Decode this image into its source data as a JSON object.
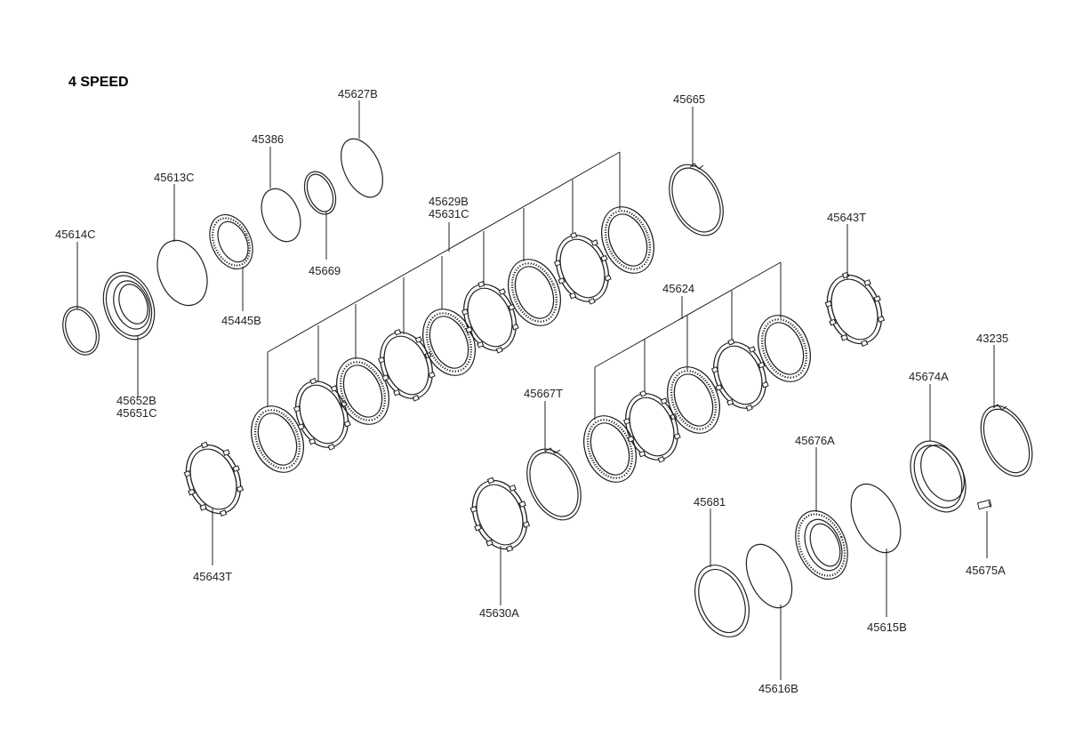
{
  "title": "4 SPEED",
  "labels": {
    "p45614C": "45614C",
    "p45613C": "45613C",
    "p45386": "45386",
    "p45627B": "45627B",
    "p45665": "45665",
    "p45669": "45669",
    "p45445B": "45445B",
    "p45652B": "45652B",
    "p45651C": "45651C",
    "p45629B": "45629B",
    "p45631C": "45631C",
    "p45643T_right": "45643T",
    "p45624": "45624",
    "p43235": "43235",
    "p45674A": "45674A",
    "p45667T": "45667T",
    "p45676A": "45676A",
    "p45681": "45681",
    "p45643T_left": "45643T",
    "p45630A": "45630A",
    "p45615B": "45615B",
    "p45675A": "45675A",
    "p45616B": "45616B"
  }
}
